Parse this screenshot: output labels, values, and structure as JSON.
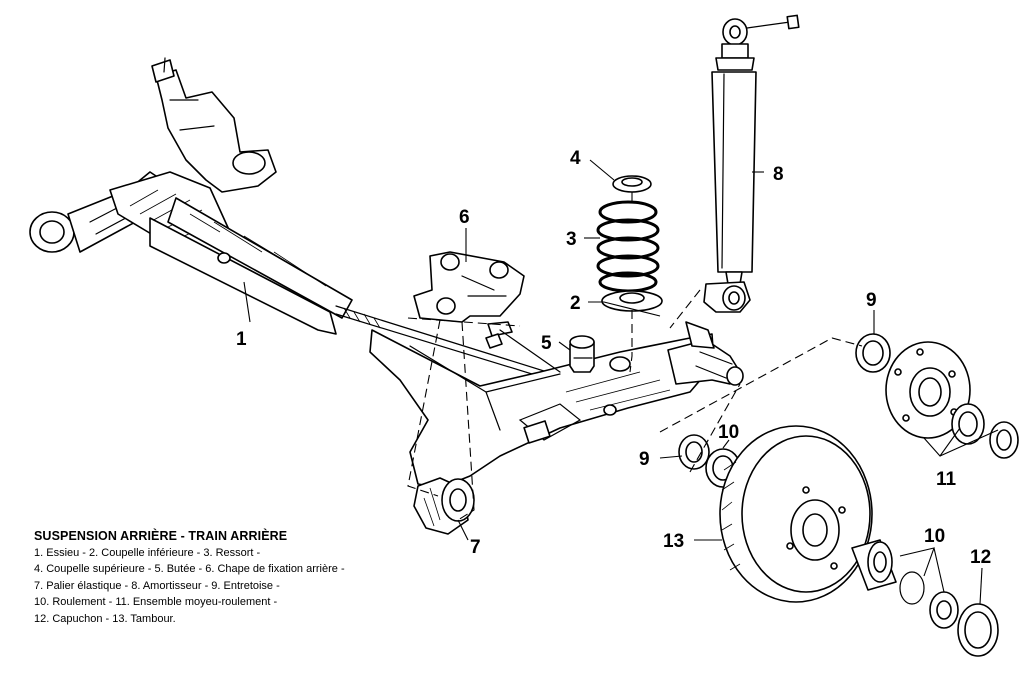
{
  "legend": {
    "title": "SUSPENSION ARRIÈRE - TRAIN ARRIÈRE",
    "lines": [
      "1. Essieu - 2. Coupelle inférieure - 3. Ressort -",
      "4. Coupelle supérieure - 5. Butée - 6. Chape de fixation arrière -",
      "7. Palier élastique - 8. Amortisseur - 9. Entretoise -",
      "10. Roulement - 11. Ensemble moyeu-roulement -",
      "12. Capuchon - 13. Tambour."
    ]
  },
  "callouts": {
    "c1": "1",
    "c2": "2",
    "c3": "3",
    "c4": "4",
    "c5": "5",
    "c6": "6",
    "c7": "7",
    "c8": "8",
    "c9a": "9",
    "c9b": "9",
    "c10a": "10",
    "c10b": "10",
    "c11": "11",
    "c12": "12",
    "c13": "13"
  }
}
